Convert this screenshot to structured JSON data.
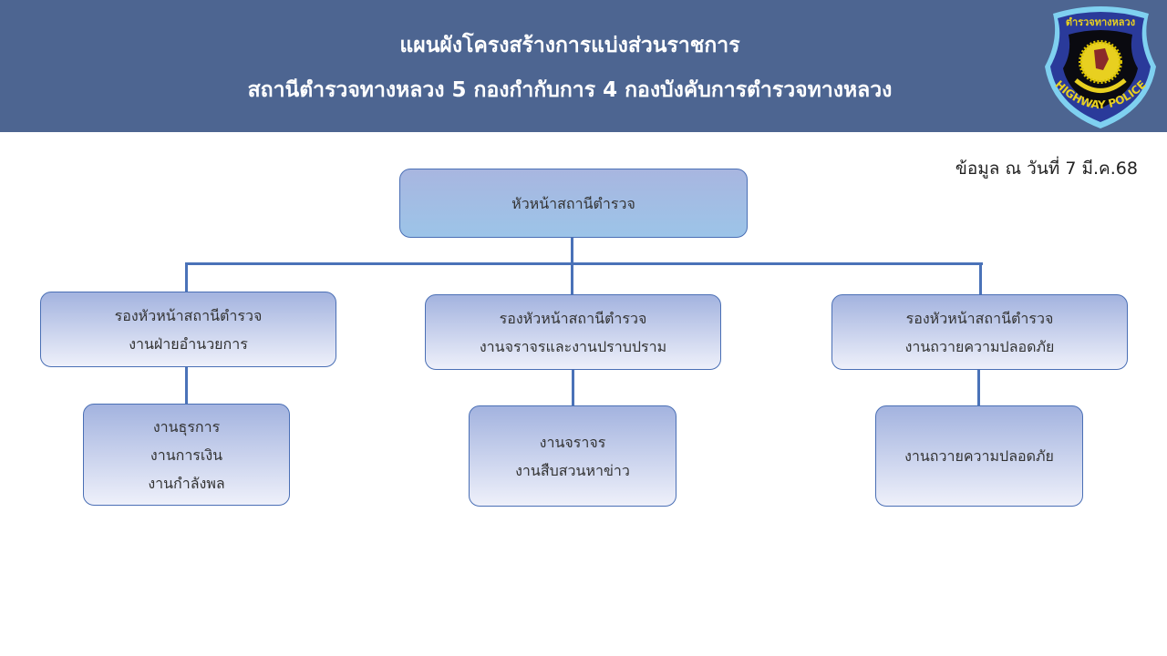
{
  "header": {
    "title_line1": "แผนผังโครงสร้างการแบ่งส่วนราชการ",
    "title_line2": "สถานีตำรวจทางหลวง 5 กองกำกับการ 4 กองบังคับการตำรวจทางหลวง",
    "logo_text_top": "ตำรวจทางหลวง",
    "logo_text_bottom": "HIGHWAY POLICE"
  },
  "date_note": "ข้อมูล ณ วันที่ 7 มี.ค.68",
  "chart": {
    "head": "หัวหน้าสถานีตำรวจ",
    "deputies": [
      {
        "lines": [
          "รองหัวหน้าสถานีตำรวจ",
          "งานฝ่ายอำนวยการ"
        ],
        "units": [
          "งานธุรการ",
          "งานการเงิน",
          "งานกำลังพล"
        ]
      },
      {
        "lines": [
          "รองหัวหน้าสถานีตำรวจ",
          "งานจราจรและงานปราบปราม"
        ],
        "units": [
          "งานจราจร",
          "งานสืบสวนหาข่าว"
        ]
      },
      {
        "lines": [
          "รองหัวหน้าสถานีตำรวจ",
          "งานถวายความปลอดภัย"
        ],
        "units": [
          "งานถวายความปลอดภัย"
        ]
      }
    ]
  },
  "colors": {
    "header_bg": "#4d6591",
    "line": "#4a72b8",
    "border": "#4a6fb5"
  }
}
